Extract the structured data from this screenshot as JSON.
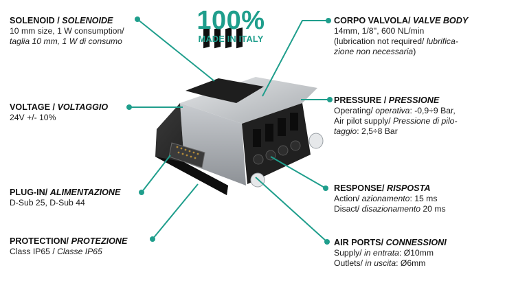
{
  "colors": {
    "accent": "#1f9e8c",
    "body_dark": "#1b1b1b",
    "metal": "#bfc3c6"
  },
  "badge": {
    "percent": "100%",
    "made_in": "MADE IN ITALY"
  },
  "solenoid": {
    "title_en": "SOLENOID / ",
    "title_it": "SOLENOIDE",
    "line1": "10 mm size, 1 W consumption/",
    "line2": "taglia 10 mm, 1 W di consumo"
  },
  "voltage": {
    "title_en": "VOLTAGE / ",
    "title_it": "VOLTAGGIO",
    "line1": "24V +/- 10%"
  },
  "plugin": {
    "title_en": "PLUG-IN/ ",
    "title_it": "ALIMENTAZIONE",
    "line1": "D-Sub 25, D-Sub 44"
  },
  "protection": {
    "title_en": "PROTECTION/ ",
    "title_it": "PROTEZIONE",
    "line1_en": "Class IP65 / ",
    "line1_it": "Classe IP65"
  },
  "valve_body": {
    "title_en": "CORPO VALVOLA/ ",
    "title_it": "VALVE BODY",
    "line1": "14mm, 1/8'', 600 NL/min",
    "line2_en": "(lubrication not required/ ",
    "line2_it": "lubrifica-",
    "line3_it": "zione non necessaria",
    "line3_end": ")"
  },
  "pressure": {
    "title_en": "PRESSURE / ",
    "title_it": "PRESSIONE",
    "line1_en": "Operating/ ",
    "line1_it": "operativa",
    "line1_val": ": -0,9÷9 Bar,",
    "line2_en": "Air pilot supply/ ",
    "line2_it": "Pressione di pilo-",
    "line3_it": "taggio",
    "line3_val": ": 2,5÷8 Bar"
  },
  "response": {
    "title_en": "RESPONSE/ ",
    "title_it": "RISPOSTA",
    "line1_en": "Action/ ",
    "line1_it": "azionamento",
    "line1_val": ": 15 ms",
    "line2_en": "Disact/ ",
    "line2_it": "disazionamento",
    "line2_val": " 20 ms"
  },
  "air_ports": {
    "title_en": "AIR PORTS/ ",
    "title_it": "CONNESSIONI",
    "line1_en": "Supply/ ",
    "line1_it": "in entrata",
    "line1_val": ": Ø10mm",
    "line2_en": "Outlets/ ",
    "line2_it": "in uscita",
    "line2_val": ": Ø6mm"
  }
}
